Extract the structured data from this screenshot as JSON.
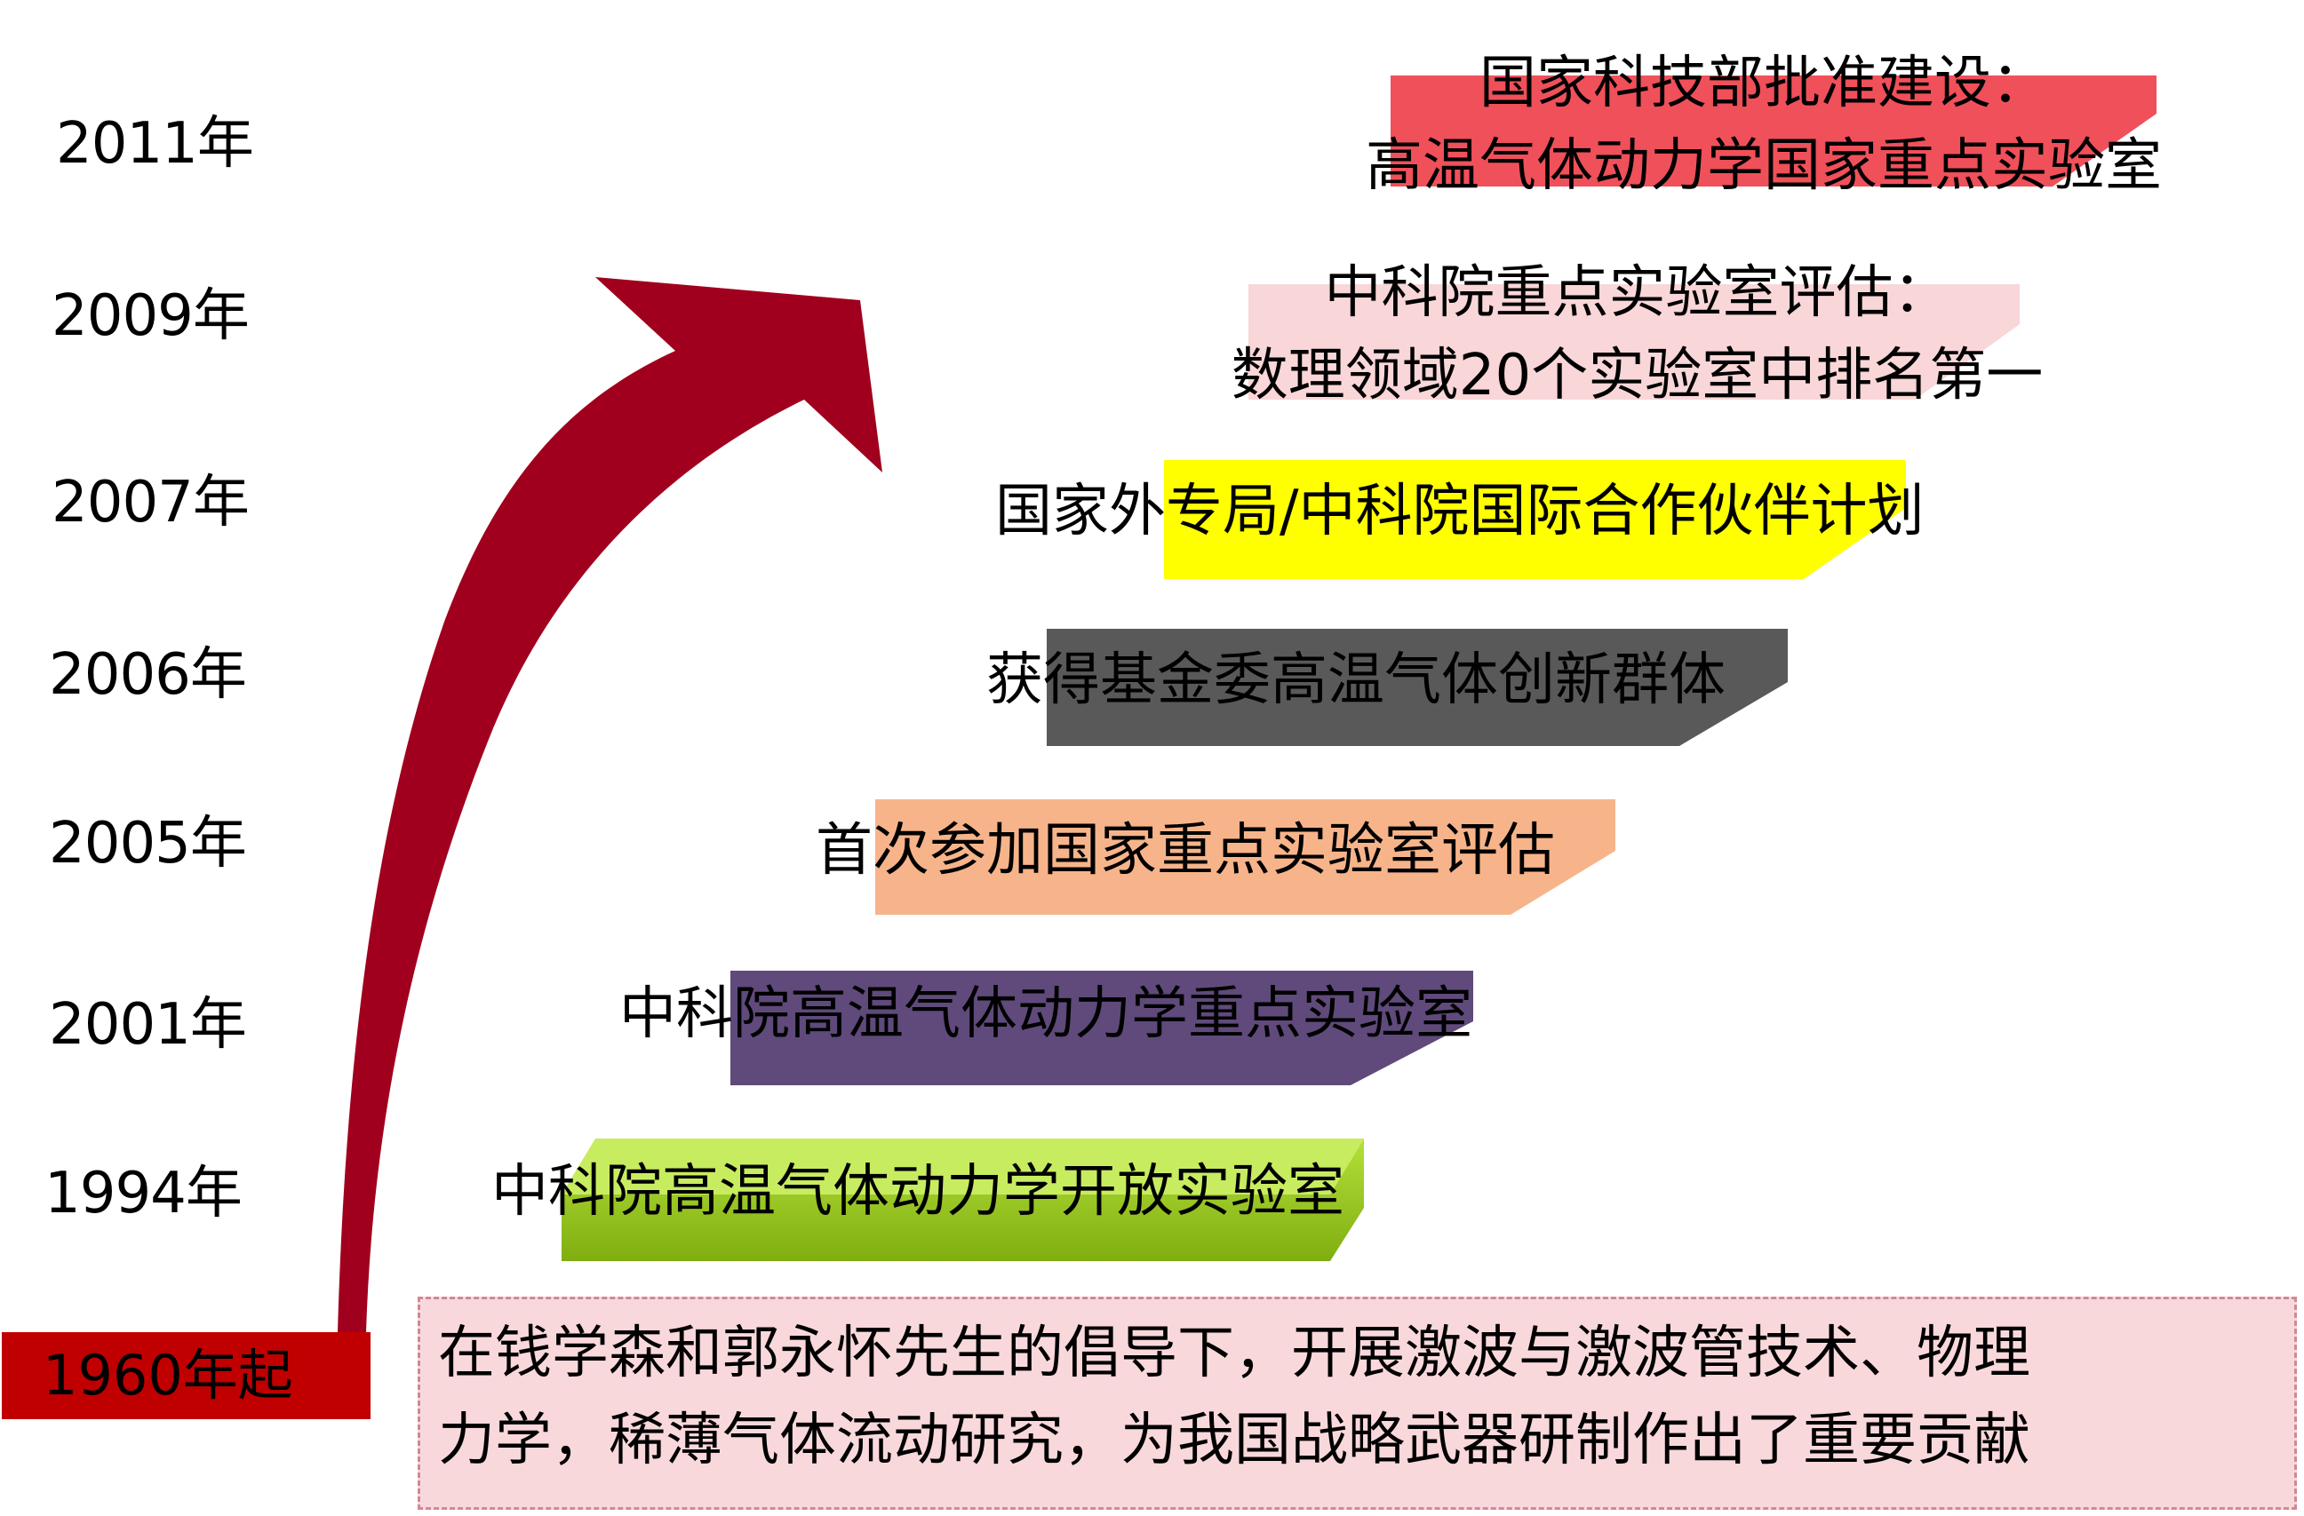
{
  "colors": {
    "arrow": "#a0001e",
    "origin_label_bg": "#c00000",
    "origin_box_bg": "#f9d8dc",
    "bar_1994": "#8fbf1a",
    "bar_2001": "#5f4a7b",
    "bar_2005": "#f7b48a",
    "bar_2006": "#595959",
    "bar_2007": "#ffff00",
    "bar_2009": "#f9d6d8",
    "bar_2011": "#f0505a"
  },
  "years": {
    "y2011": "2011年",
    "y2009": "2009年",
    "y2007": "2007年",
    "y2006": "2006年",
    "y2005": "2005年",
    "y2001": "2001年",
    "y1994": "1994年",
    "y1960": "1960年起"
  },
  "events": {
    "e2011_line1": "国家科技部批准建设：",
    "e2011_line2": "高温气体动力学国家重点实验室",
    "e2009_line1": "中科院重点实验室评估：",
    "e2009_line2": "数理领域20个实验室中排名第一",
    "e2007": "国家外专局/中科院国际合作伙伴计划",
    "e2006": "获得基金委高温气体创新群体",
    "e2005": "首次参加国家重点实验室评估",
    "e2001": "中科院高温气体动力学重点实验室",
    "e1994": "中科院高温气体动力学开放实验室"
  },
  "origin": {
    "line1": "在钱学森和郭永怀先生的倡导下，开展激波与激波管技术、物理",
    "line2": "力学，稀薄气体流动研究，为我国战略武器研制作出了重要贡献"
  }
}
